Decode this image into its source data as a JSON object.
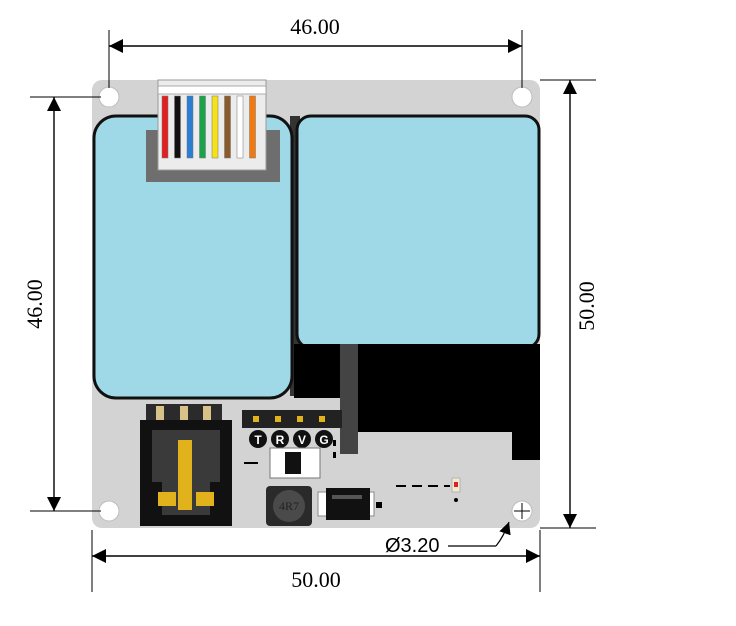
{
  "dimensions": {
    "top_width": "46.00",
    "bottom_width": "50.00",
    "left_height": "46.00",
    "right_height": "50.00",
    "hole_diameter": "Ø3.20"
  },
  "board": {
    "header_pins": [
      "T",
      "R",
      "V",
      "G"
    ],
    "inductor_label": "4R7",
    "connector_wire_colors": [
      "#e02020",
      "#111111",
      "#2a7fd4",
      "#1aa34a",
      "#f5e11a",
      "#8b5a2b",
      "#ffffff",
      "#f07a10"
    ]
  },
  "colors": {
    "pcb": "#d3d3d3",
    "sensor": "#9fd9e8",
    "dark": "#000000"
  }
}
